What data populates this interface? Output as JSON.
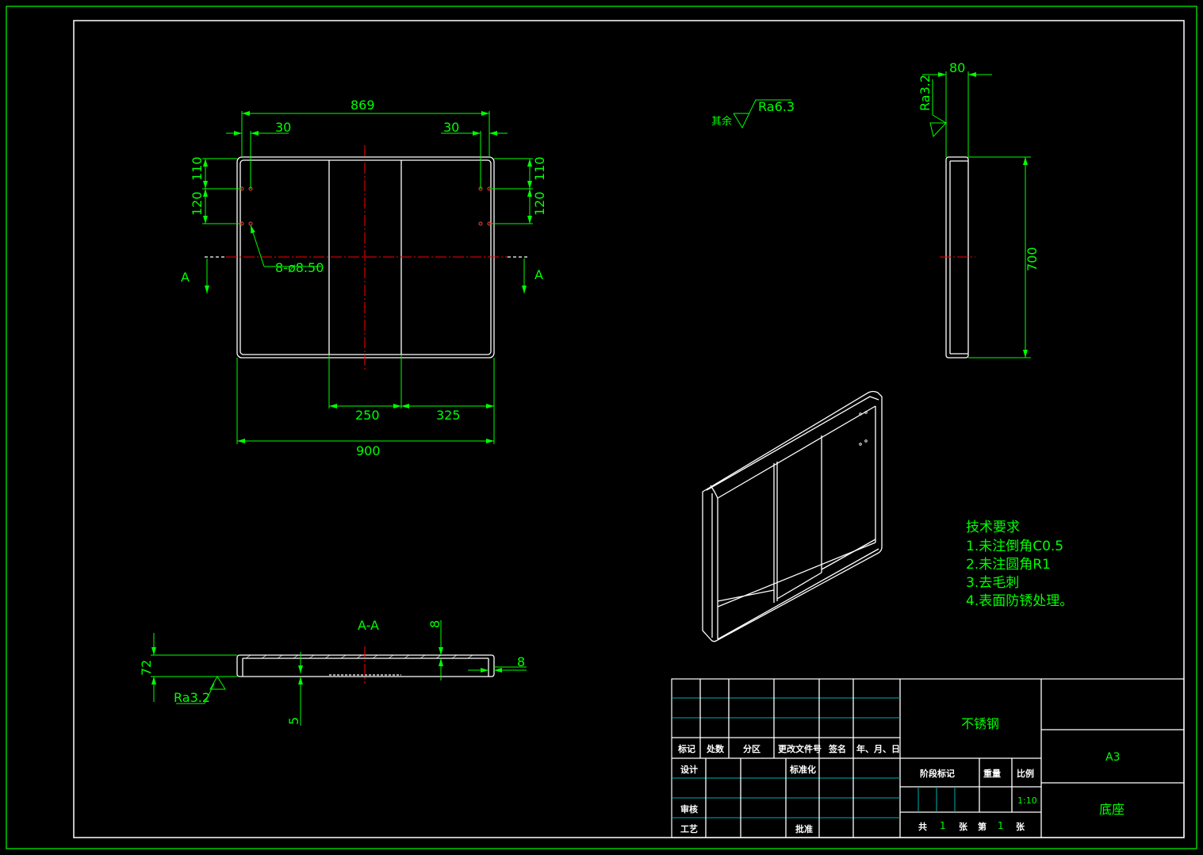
{
  "dimensions": {
    "top_width": "869",
    "top_left_offset": "30",
    "top_right_offset": "30",
    "left_110": "110",
    "left_120": "120",
    "right_110": "110",
    "right_120": "120",
    "holes": "8-ø8.50",
    "bottom_250": "250",
    "bottom_325": "325",
    "overall_width": "900",
    "side_thickness": "80",
    "side_height": "700",
    "section_height": "72",
    "section_8_top": "8",
    "section_8_right": "8",
    "section_5": "5"
  },
  "section_marks": {
    "left": "A",
    "right": "A",
    "title": "A-A"
  },
  "roughness": {
    "general_label": "其余",
    "general_value": "Ra6.3",
    "side_value": "Ra3.2",
    "section_value": "Ra3.2"
  },
  "tech_requirements": {
    "title": "技术要求",
    "items": [
      "1.未注倒角C0.5",
      "2.未注圆角R1",
      "3.去毛刺",
      "4.表面防锈处理。"
    ]
  },
  "title_block": {
    "material": "不锈钢",
    "sheet_size": "A3",
    "part_name": "底座",
    "headers": [
      "标记",
      "处数",
      "分区",
      "更改文件号",
      "签名",
      "年、月、日"
    ],
    "design": "设计",
    "standardize": "标准化",
    "review": "审核",
    "process": "工艺",
    "approve": "批准",
    "stage_mark": "阶段标记",
    "weight": "重量",
    "scale_label": "比例",
    "scale_value": "1:10",
    "total_label": "共",
    "total_value": "1",
    "sheet_unit1": "张",
    "sheet_no_label": "第",
    "sheet_no_value": "1",
    "sheet_unit2": "张"
  },
  "colors": {
    "background": "#000000",
    "outline": "#ffffff",
    "dimension": "#00ff00",
    "centerline": "#ff0000",
    "table_grid": "#00b0b0"
  }
}
